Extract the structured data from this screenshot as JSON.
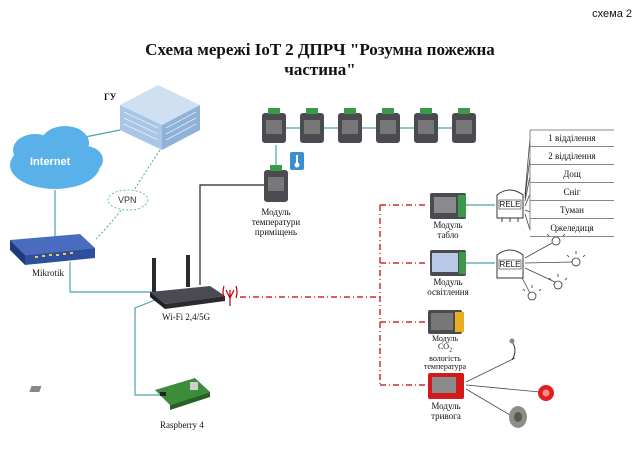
{
  "header": {
    "scheme_label": "схема 2",
    "title_line1": "Схема мережі IoT 2 ДПРЧ \"Розумна пожежна",
    "title_line2": "частина\""
  },
  "nodes": {
    "gu": "ГУ",
    "internet": "Internet",
    "vpn": "VPN",
    "mikrotik": "Mikrotik",
    "wifi": "Wi-Fi 2,4/5G",
    "raspberry": "Raspberry 4",
    "temp_module": [
      "Модуль",
      "температури",
      "приміщень"
    ],
    "display_module": [
      "Модуль",
      "табло"
    ],
    "light_module": [
      "Модуль",
      "освітлення"
    ],
    "co2_module": [
      "Модуль",
      "CO",
      "вологість",
      "температура"
    ],
    "co2_sub": "2",
    "alarm_module": [
      "Модуль",
      "тривога"
    ],
    "rele": "RELE"
  },
  "outputs": [
    "1 відділення",
    "2 відділення",
    "Дощ",
    "Сніг",
    "Туман",
    "Ожеледиця"
  ],
  "colors": {
    "cloud": "#5ab0e8",
    "building": "#a9c6e6",
    "router": "#3a3a48",
    "mikrotik": "#2e4f9c",
    "dashed_red": "#c00000",
    "link": "#4aa3a8",
    "module_green": "#3a9a4a",
    "alarm_red": "#d21a1a",
    "co2_yellow": "#e8b020"
  }
}
